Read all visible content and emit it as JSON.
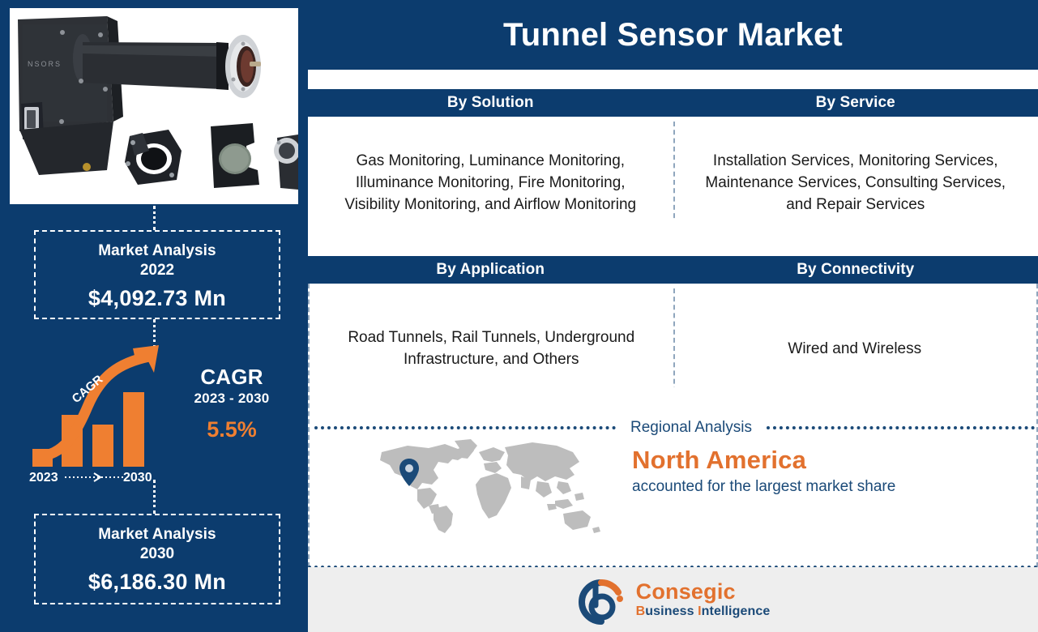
{
  "header": {
    "title": "Tunnel Sensor Market"
  },
  "left": {
    "product_image_alt": "tunnel-sensor-device-photo",
    "market_2022": {
      "title": "Market Analysis",
      "year": "2022",
      "value": "$4,092.73 Mn"
    },
    "market_2030": {
      "title": "Market Analysis",
      "year": "2030",
      "value": "$6,186.30 Mn"
    },
    "cagr": {
      "label": "CAGR",
      "range": "2023 - 2030",
      "percent": "5.5%",
      "arrow_label": "CAGR",
      "axis_start": "2023",
      "axis_end": "2030"
    }
  },
  "segments": [
    {
      "heading": "By Solution",
      "content": "Gas Monitoring, Luminance Monitoring, Illuminance Monitoring, Fire Monitoring, Visibility Monitoring, and Airflow Monitoring"
    },
    {
      "heading": "By Service",
      "content": "Installation Services, Monitoring Services, Maintenance Services, Consulting Services, and Repair Services"
    },
    {
      "heading": "By Application",
      "content": "Road Tunnels, Rail Tunnels, Underground Infrastructure, and Others"
    },
    {
      "heading": "By Connectivity",
      "content": "Wired and Wireless"
    }
  ],
  "regional": {
    "title": "Regional Analysis",
    "region": "North America",
    "description": "accounted for the largest market share",
    "marker_icon": "map-pin-icon"
  },
  "footer": {
    "brand_name": "Consegic",
    "tagline_first": "B",
    "tagline_rest_1": "usiness ",
    "tagline_second": "I",
    "tagline_rest_2": "ntelligence",
    "logo_icon": "consegic-b-logo-icon"
  },
  "colors": {
    "navy": "#0c3c6e",
    "orange": "#ef7f31",
    "orange_dark": "#e2712e",
    "white": "#ffffff",
    "footer_gray": "#eeeeee",
    "map_gray": "#bdbdbd",
    "text_navy": "#1b4a78"
  }
}
